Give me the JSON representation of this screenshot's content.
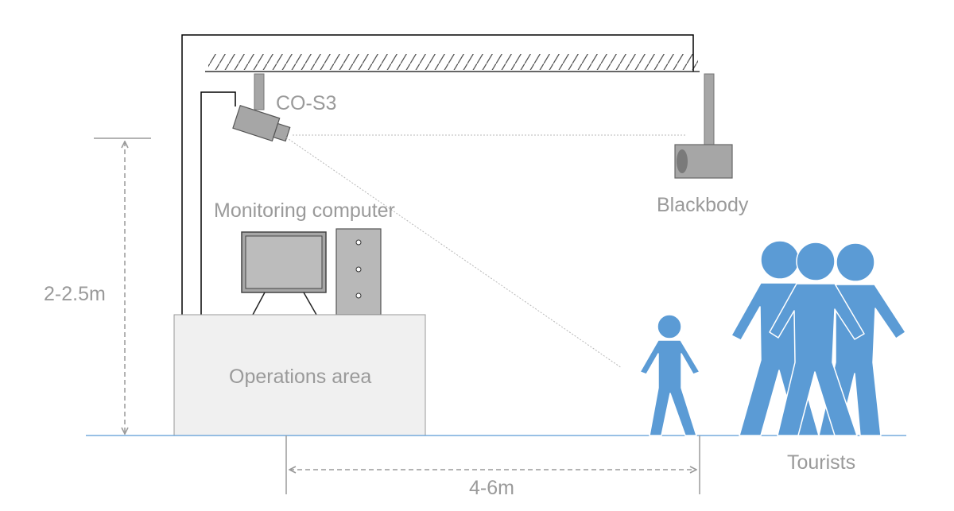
{
  "labels": {
    "camera": "CO-S3",
    "blackbody": "Blackbody",
    "computer": "Monitoring computer",
    "area": "Operations area",
    "height": "2-2.5m",
    "distance": "4-6m",
    "people": "Tourists"
  },
  "colors": {
    "person": "#5b9bd5",
    "device": "#a6a6a6",
    "ground": "#5b9bd5",
    "desk_fill": "#f0f0f0",
    "line": "#000000",
    "dimension": "#9a9a9a"
  }
}
